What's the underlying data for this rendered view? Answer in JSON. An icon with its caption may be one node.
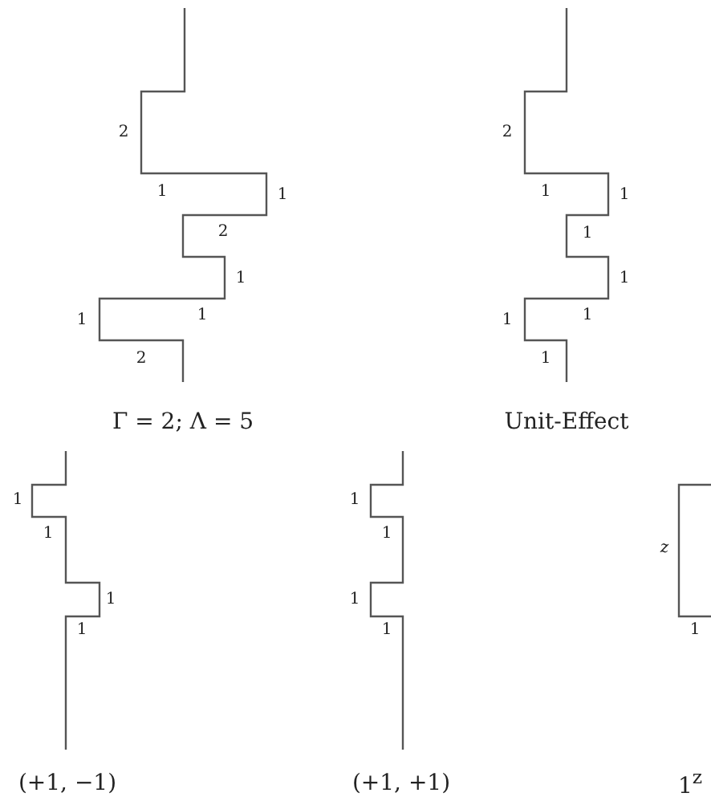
{
  "diagram": {
    "labels": [
      "2",
      "2",
      "1",
      "1",
      "1",
      "1",
      "2",
      "1",
      "1",
      "1",
      "1",
      "1",
      "1",
      "1",
      "2",
      "1",
      "Γ = 2; Λ = 5",
      "Unit-Effect",
      "1",
      "1",
      "1",
      "1",
      "1",
      "1",
      "1",
      "1",
      "z",
      "1",
      "(+1, −1)",
      "(+1, +1)",
      "1$^{z}$"
    ]
  }
}
